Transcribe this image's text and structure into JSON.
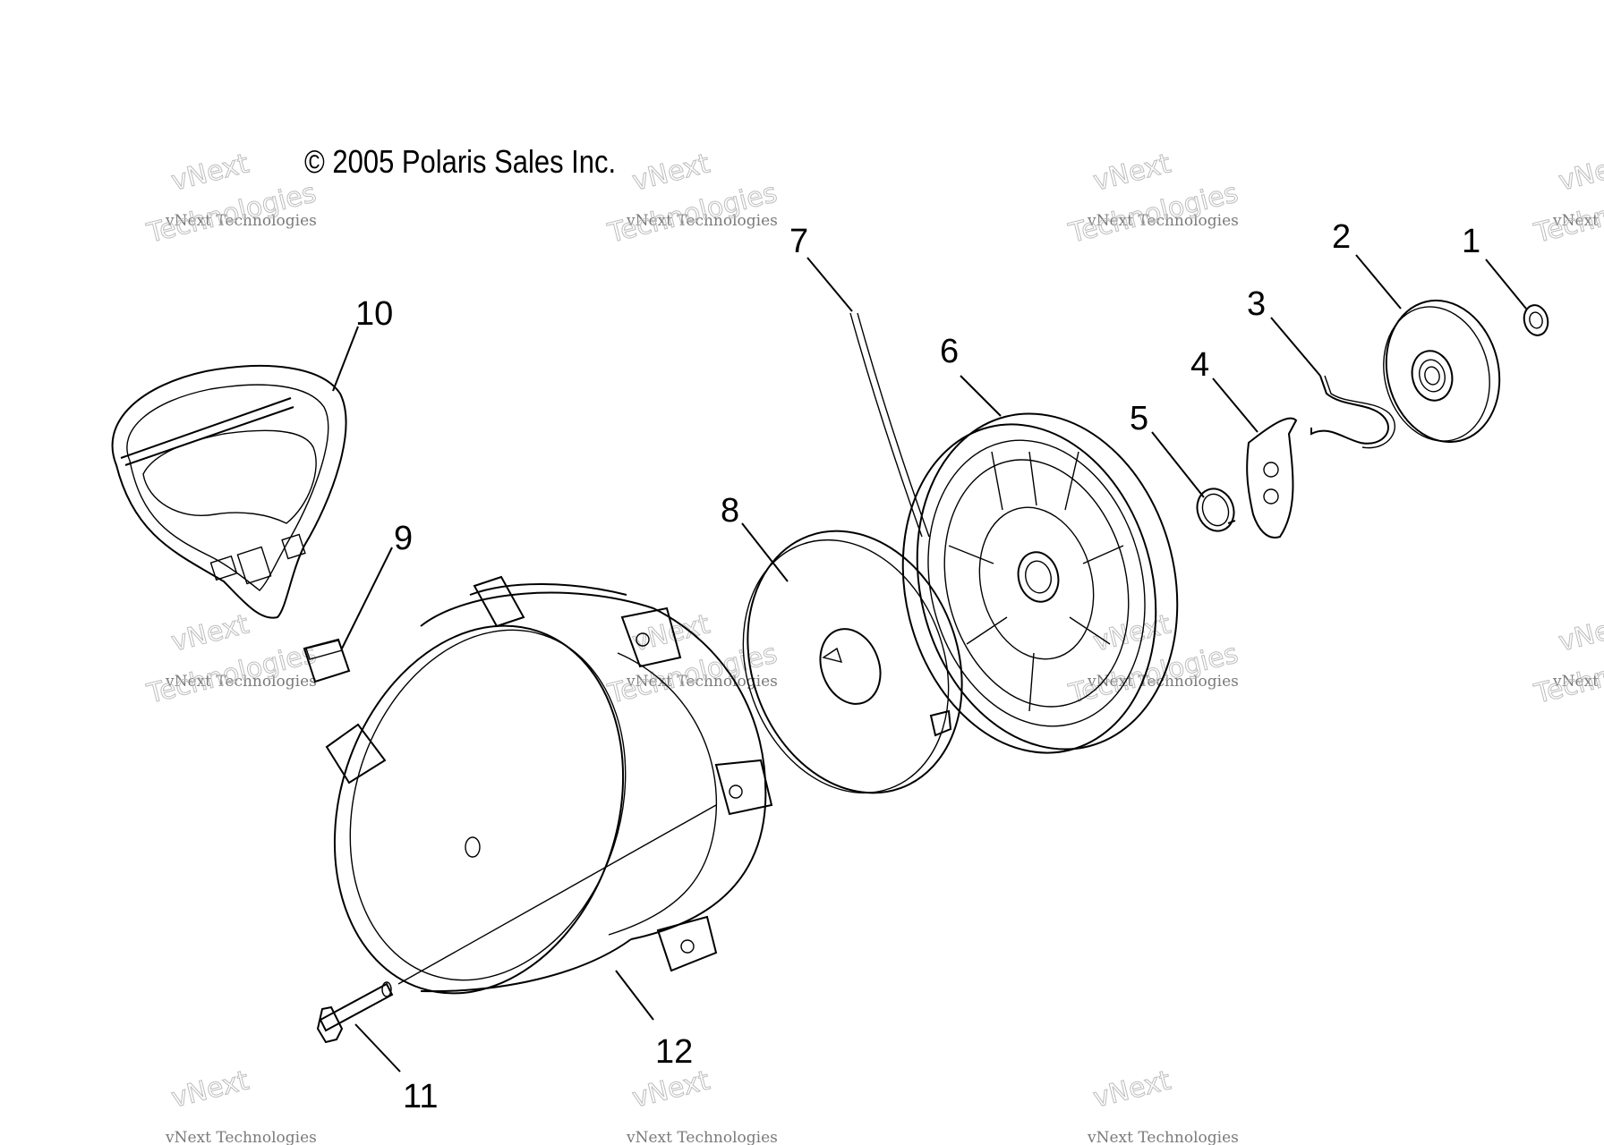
{
  "copyright": "© 2005 Polaris Sales Inc.",
  "watermark": {
    "line_small": "vNext Technologies",
    "line_top": "vNext",
    "line_big": "Technologies"
  },
  "callouts": [
    "1",
    "2",
    "3",
    "4",
    "5",
    "6",
    "7",
    "8",
    "9",
    "10",
    "11",
    "12"
  ],
  "colors": {
    "ink": "#000000",
    "background": "#ffffff",
    "watermark": "#bdbdbd"
  }
}
